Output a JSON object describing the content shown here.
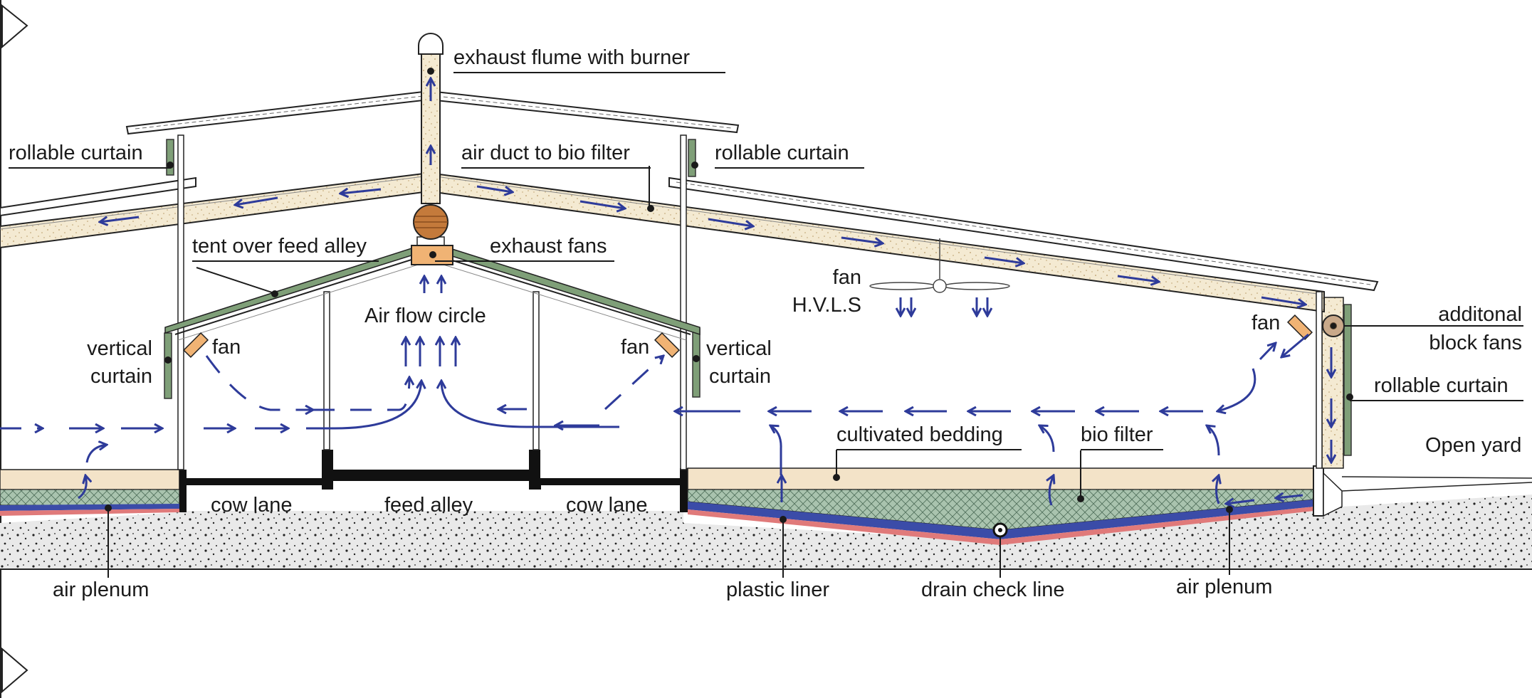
{
  "labels": {
    "exhaust_flume": "exhaust flume with burner",
    "rollable_curtain_left": "rollable curtain",
    "air_duct": "air duct to bio filter",
    "rollable_curtain_mid": "rollable curtain",
    "tent_over_feed_alley": "tent over feed alley",
    "exhaust_fans": "exhaust fans",
    "air_flow_circle": "Air flow circle",
    "fan_hvls_line1": "fan",
    "fan_hvls_line2": "H.V.L.S",
    "vertical_curtain_left_1": "vertical",
    "vertical_curtain_left_2": "curtain",
    "fan_left": "fan",
    "fan_center_right": "fan",
    "vertical_curtain_right_1": "vertical",
    "vertical_curtain_right_2": "curtain",
    "fan_right": "fan",
    "additional_block_fans_1": "additonal",
    "additional_block_fans_2": "block fans",
    "rollable_curtain_right": "rollable curtain",
    "cultivated_bedding": "cultivated bedding",
    "bio_filter": "bio filter",
    "open_yard": "Open yard",
    "cow_lane_left": "cow lane",
    "feed_alley": "feed alley",
    "cow_lane_right": "cow lane",
    "air_plenum_left": "air plenum",
    "plastic_liner": "plastic liner",
    "drain_check_line": "drain check line",
    "air_plenum_right": "air plenum"
  },
  "colors": {
    "air_flow_arrows": "#2e3b9a",
    "duct_fill": "#f4ead2",
    "tent_green": "#7f9f78",
    "bio_filter_green": "#a9c3ae",
    "bedding": "#f3e3c8",
    "fan_orange": "#f0b374",
    "burner": "#c47a3b",
    "plenum_blue": "#3b4ca8",
    "plastic_liner_red": "#e07a7a",
    "ground": "#e8e8e8"
  }
}
